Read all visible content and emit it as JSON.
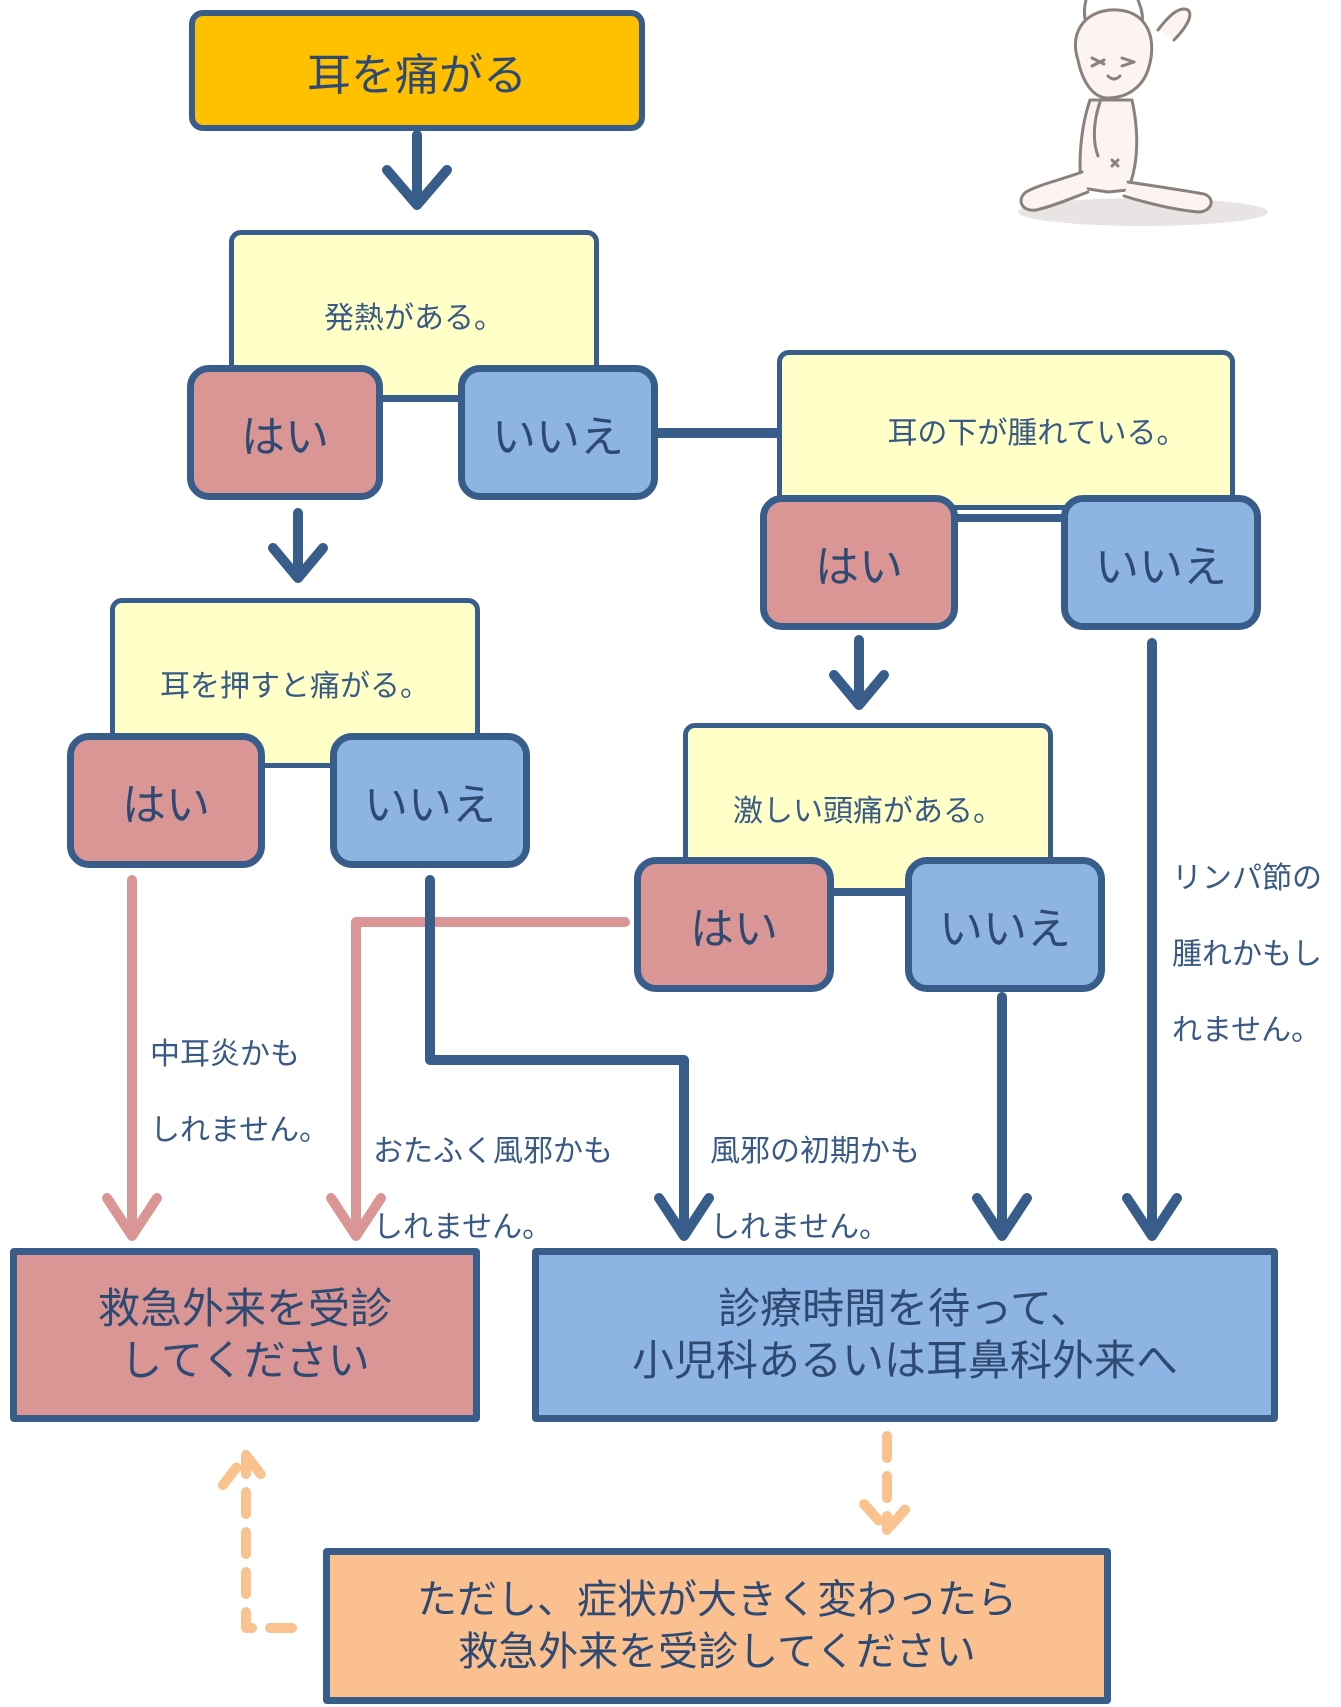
{
  "start": "耳を痛がる",
  "q_fever": {
    "question": "発熱がある。",
    "yes": "はい",
    "no": "いいえ"
  },
  "q_swelling": {
    "question": "耳の下が腫れている。",
    "yes": "はい",
    "no": "いいえ"
  },
  "q_press": {
    "question": "耳を押すと痛がる。",
    "yes": "はい",
    "no": "いいえ"
  },
  "q_headache": {
    "question": "激しい頭痛がある。",
    "yes": "はい",
    "no": "いいえ"
  },
  "notes": {
    "otitis": [
      "中耳炎かも",
      "しれません。"
    ],
    "mumps": [
      "おたふく風邪かも",
      "しれません。"
    ],
    "cold": [
      "風邪の初期かも",
      "しれません。"
    ],
    "lymph": [
      "リンパ節の",
      "腫れかもし",
      "れません。"
    ]
  },
  "results": {
    "emergency": [
      "救急外来を受診",
      "してください"
    ],
    "clinic": [
      "診療時間を待って、",
      "小児科あるいは耳鼻科外来へ"
    ],
    "caution": [
      "ただし、症状が大きく変わったら",
      "救急外来を受診してください"
    ]
  },
  "colors": {
    "border_blue": "#385d8a",
    "start_orange": "#ffc000",
    "question_yellow": "#ffffc8",
    "yes_pink": "#d99694",
    "no_blue": "#8eb4e3",
    "caution_peach": "#fac090",
    "dashed_arrow": "#f9c28f"
  }
}
